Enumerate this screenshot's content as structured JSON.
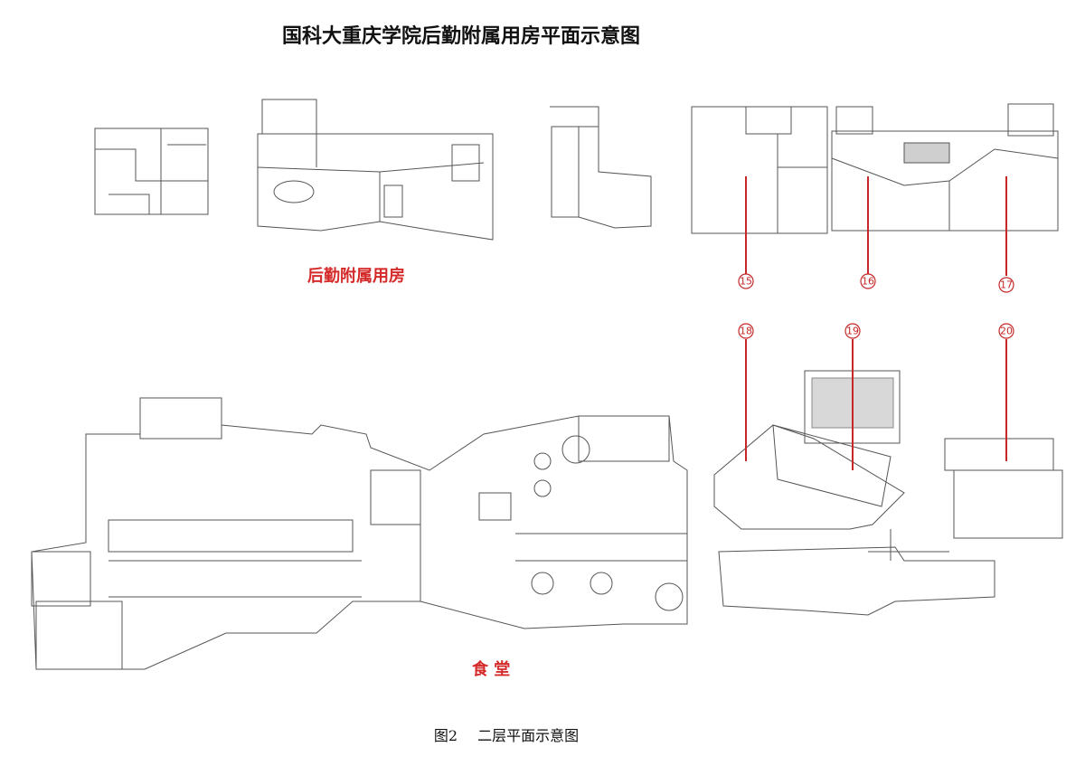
{
  "title": "国科大重庆学院后勤附属用房平面示意图",
  "labels": {
    "annex": "后勤附属用房",
    "canteen": "食 堂"
  },
  "caption": {
    "figure": "图2",
    "text": "二层平面示意图"
  },
  "markers": [
    "15",
    "16",
    "17",
    "18",
    "19",
    "20"
  ],
  "colors": {
    "accent_red": "#d42a2a",
    "line": "#444444"
  }
}
